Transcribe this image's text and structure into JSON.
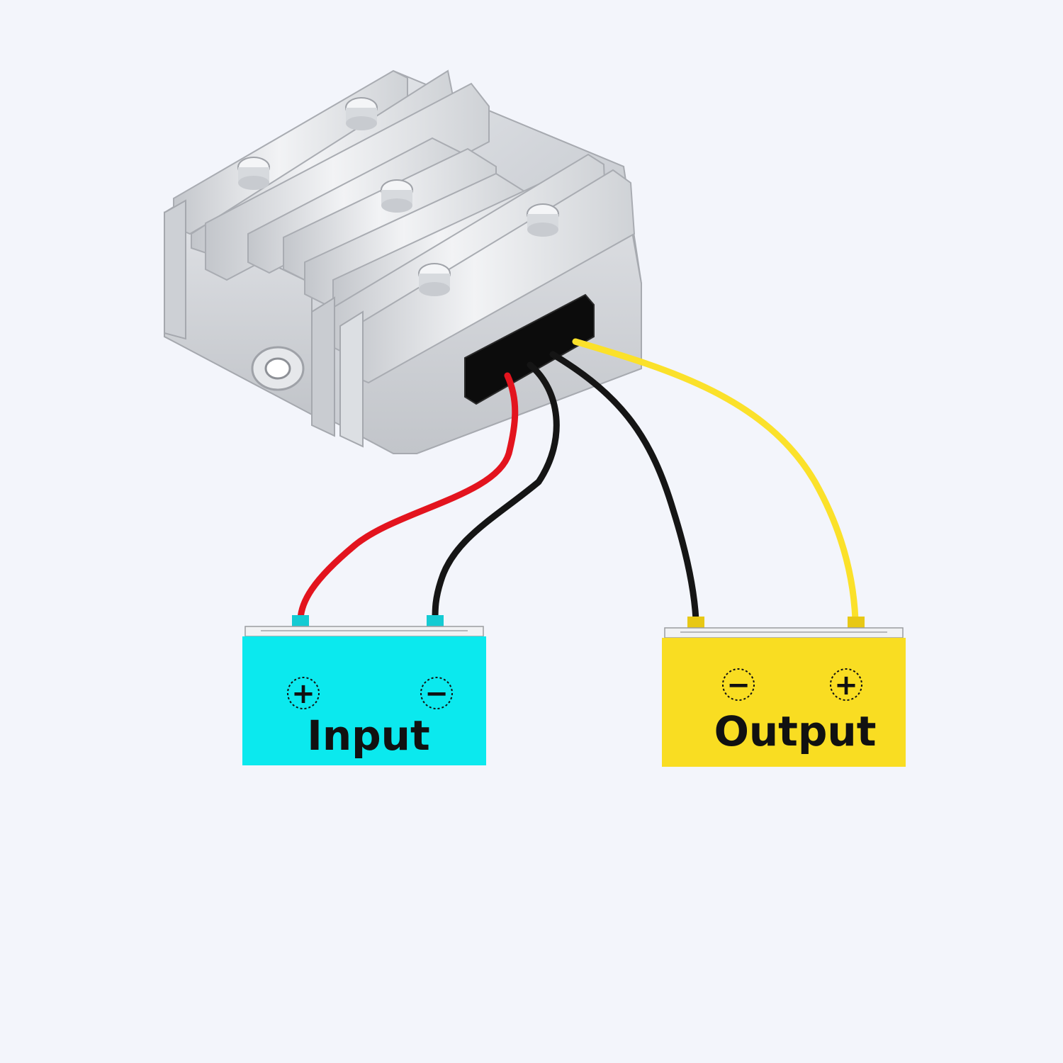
{
  "colors": {
    "background": "#f3f5fb",
    "input_battery": "#0be9ee",
    "output_battery": "#f9dd22",
    "wire_red": "#e3141e",
    "wire_black": "#151515",
    "wire_yellow": "#fbe12a",
    "housing": "#d4d6da",
    "connector": "#0c0c0c"
  },
  "icons": {
    "converter": "dc-dc-converter-module",
    "plus": "plus-sign",
    "minus": "minus-sign"
  },
  "input_battery": {
    "label": "Input",
    "left_terminal_sign": "+",
    "right_terminal_sign": "−"
  },
  "output_battery": {
    "label": "Output",
    "left_terminal_sign": "−",
    "right_terminal_sign": "+"
  }
}
